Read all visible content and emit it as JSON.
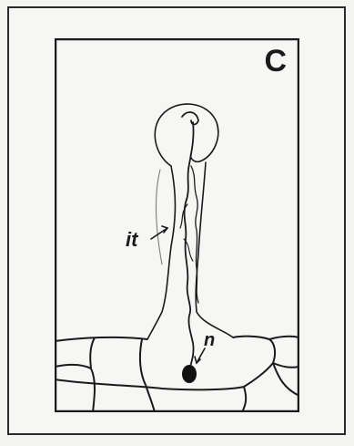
{
  "figure": {
    "panel_letter": "C",
    "labels": {
      "infection_thread": "it",
      "nucleus": "n"
    }
  }
}
